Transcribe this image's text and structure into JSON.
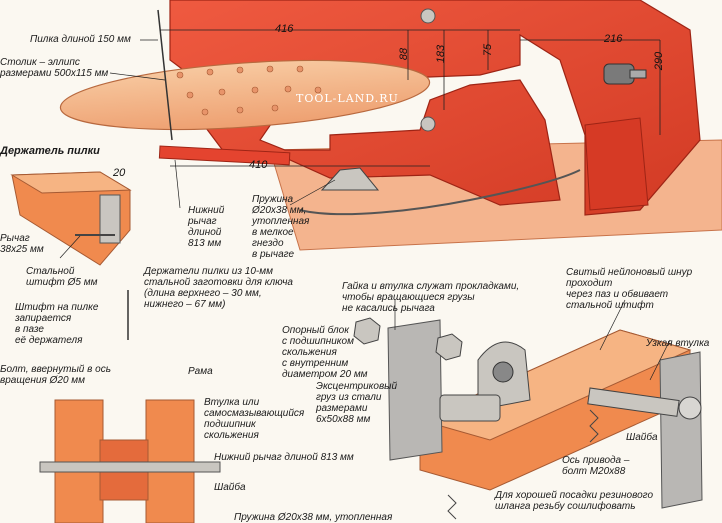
{
  "watermark": "TOOL-LAND.RU",
  "dimensions": {
    "d416": "416",
    "d410": "410",
    "d88": "88",
    "d183": "183",
    "d75": "75",
    "d216": "216",
    "d290": "290",
    "d20": "20"
  },
  "labels": {
    "blade": "Пилка длиной 150 мм",
    "table": "Столик – эллипс\nразмерами 500х115 мм",
    "blade_holder": "Держатель пилки",
    "lever": "Рычаг\n38х25 мм",
    "steel_pin": "Стальной\nштифт Ø5 мм",
    "lower_lever": "Нижний\nрычаг\nдлиной\n813 мм",
    "spring": "Пружина\nØ20х38 мм,\nутопленная\nв мелкое\nгнездо\nв рычаге",
    "holders_note": "Держатели пилки из 10-мм\nстальной заготовки для ключа\n(длина верхнего – 30 мм,\nнижнего – 67 мм)",
    "pin_note": "Штифт на пилке\nзапирается\nв пазе\nеё держателя",
    "bolt": "Болт, ввернутый в ось\nвращения Ø20 мм",
    "frame": "Рама",
    "bushing": "Втулка или\nсамосмазывающийся\nподшипник\nскольжения",
    "lower_lever2": "Нижний рычаг длиной 813 мм",
    "washer1": "Шайба",
    "spring2": "Пружина Ø20х38 мм, утопленная",
    "nut_note": "Гайка и втулка служат прокладками,\nчтобы вращающиеся грузы\nне касались рычага",
    "support_block": "Опорный блок\nс подшипником\nскольжения\nс внутренним\nдиаметром 20 мм",
    "eccentric": "Эксцентриковый\nгруз из стали\nразмерами\n6х50х88 мм",
    "nylon_cord": "Свитый нейлоновый шнур\nпроходит\nчерез паз и обвивает\nстальной штифт",
    "narrow_bushing": "Узкая втулка",
    "washer2": "Шайба",
    "drive_axle": "Ось привода –\nболт М20х88",
    "hose_note": "Для хорошей посадки резинового\nшланга резьбу сошлифовать"
  },
  "colors": {
    "frame_red": "#e4442f",
    "frame_dark": "#b52a1c",
    "wood_orange": "#f08a4e",
    "wood_light": "#f6b483",
    "base_peach": "#f4b48e",
    "steel_gray": "#b9b7b4"
  }
}
